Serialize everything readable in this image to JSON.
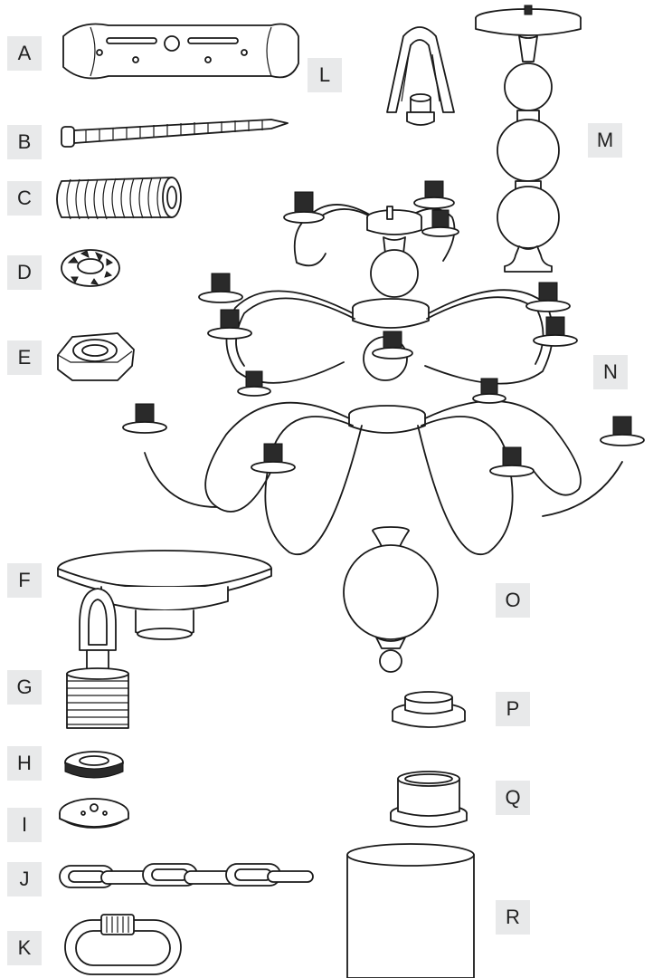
{
  "labels": {
    "A": "A",
    "B": "B",
    "C": "C",
    "D": "D",
    "E": "E",
    "F": "F",
    "G": "G",
    "H": "H",
    "I": "I",
    "J": "J",
    "K": "K",
    "L": "L",
    "M": "M",
    "N": "N",
    "O": "O",
    "P": "P",
    "Q": "Q",
    "R": "R"
  },
  "colors": {
    "label_bg": "#e8e9ea",
    "line": "#1a1a1a",
    "paper": "#ffffff"
  }
}
